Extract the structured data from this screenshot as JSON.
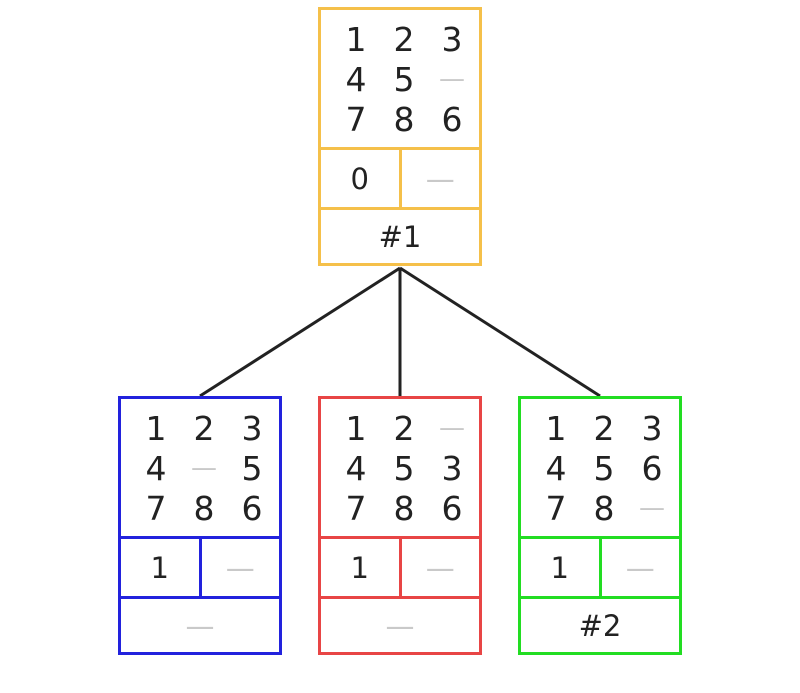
{
  "nodes": {
    "root": {
      "color": "#f5c04a",
      "cells": [
        "1",
        "2",
        "3",
        "4",
        "5",
        "—",
        "7",
        "8",
        "6"
      ],
      "cost": "0",
      "step": "—",
      "label": "#1"
    },
    "left": {
      "color": "#2222dd",
      "cells": [
        "1",
        "2",
        "3",
        "4",
        "—",
        "5",
        "7",
        "8",
        "6"
      ],
      "cost": "1",
      "step": "—",
      "label": "—"
    },
    "middle": {
      "color": "#e84545",
      "cells": [
        "1",
        "2",
        "—",
        "4",
        "5",
        "3",
        "7",
        "8",
        "6"
      ],
      "cost": "1",
      "step": "—",
      "label": "—"
    },
    "right": {
      "color": "#22dd22",
      "cells": [
        "1",
        "2",
        "3",
        "4",
        "5",
        "6",
        "7",
        "8",
        "—"
      ],
      "cost": "1",
      "step": "—",
      "label": "#2"
    }
  },
  "edge_color": "#222222"
}
